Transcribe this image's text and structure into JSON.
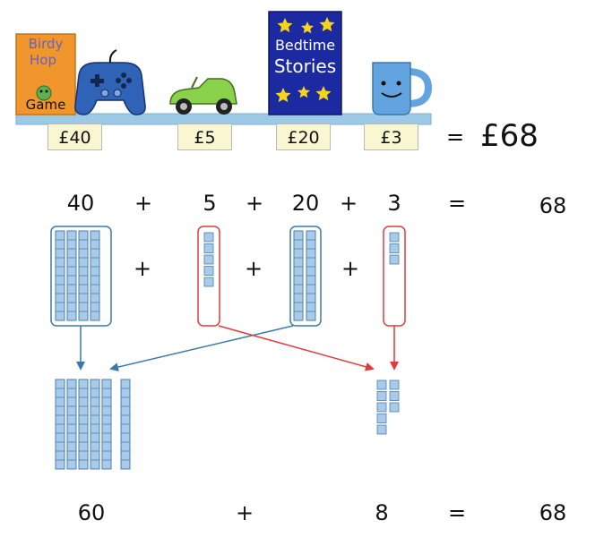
{
  "shelf_items": {
    "game_title_line1": "Birdy",
    "game_title_line2": "Hop",
    "game_title_line3": "Game",
    "book_title_line1": "Bedtime",
    "book_title_line2": "Stories"
  },
  "prices": [
    "£40",
    "£5",
    "£20",
    "£3"
  ],
  "total_equals": "=",
  "total": "£68",
  "equation": {
    "terms": [
      "40",
      "5",
      "20",
      "3"
    ],
    "plus": "+",
    "equals": "=",
    "result": "68"
  },
  "result_equation": {
    "tens": "60",
    "plus": "+",
    "ones": "8",
    "equals": "=",
    "result": "68"
  },
  "colors": {
    "tens_blue": "#3b78ad",
    "ones_red": "#e23b3b",
    "cube_fill": "#a9cbea",
    "cube_stroke": "#4c7faf",
    "shelf": "#9cc9e6",
    "book": "#1c2aa1",
    "game_box": "#f0962d",
    "controller": "#2f63b7",
    "car": "#8bd24c",
    "mug": "#62a4df"
  }
}
